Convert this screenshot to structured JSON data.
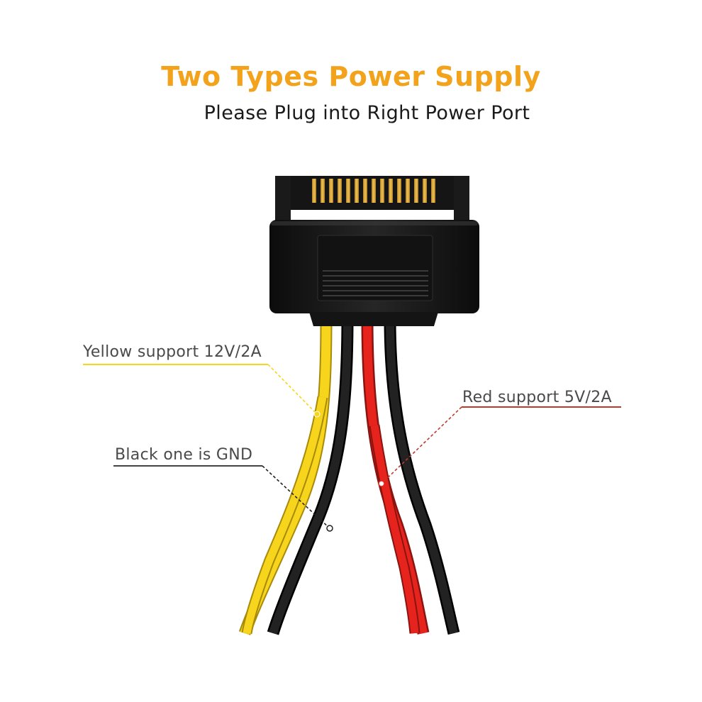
{
  "header": {
    "title": "Two Types Power Supply",
    "subtitle": "Please Plug into Right Power Port"
  },
  "callouts": {
    "yellow": "Yellow support 12V/2A",
    "black": "Black one is GND",
    "red": "Red support 5V/2A"
  },
  "colors": {
    "title_accent": "#f2a31b",
    "wire_yellow": "#f7d51d",
    "wire_black": "#141414",
    "wire_red": "#e6231d",
    "connector_body": "#1b1b1b",
    "pin_gold": "#d6a23a"
  }
}
